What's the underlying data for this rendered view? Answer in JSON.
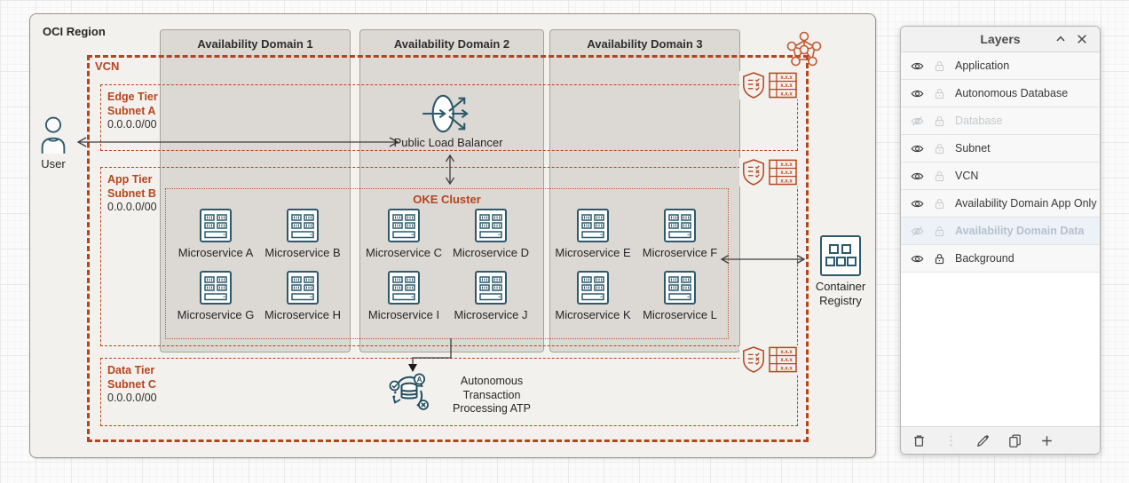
{
  "diagram": {
    "region_label": "OCI Region",
    "vcn_label": "VCN",
    "oke_label": "OKE Cluster",
    "user_label": "User",
    "load_balancer_label": "Public Load Balancer",
    "availability_domains": [
      {
        "label": "Availability Domain 1"
      },
      {
        "label": "Availability Domain 2"
      },
      {
        "label": "Availability Domain 3"
      }
    ],
    "subnets": [
      {
        "tier": "Edge Tier",
        "name": "Subnet A",
        "cidr": "0.0.0.0/00"
      },
      {
        "tier": "App Tier",
        "name": "Subnet B",
        "cidr": "0.0.0.0/00"
      },
      {
        "tier": "Data Tier",
        "name": "Subnet C",
        "cidr": "0.0.0.0/00"
      }
    ],
    "microservices": [
      {
        "label": "Microservice A"
      },
      {
        "label": "Microservice B"
      },
      {
        "label": "Microservice C"
      },
      {
        "label": "Microservice D"
      },
      {
        "label": "Microservice E"
      },
      {
        "label": "Microservice F"
      },
      {
        "label": "Microservice G"
      },
      {
        "label": "Microservice H"
      },
      {
        "label": "Microservice I"
      },
      {
        "label": "Microservice J"
      },
      {
        "label": "Microservice K"
      },
      {
        "label": "Microservice L"
      }
    ],
    "registry": {
      "line1": "Container",
      "line2": "Registry"
    },
    "atp": {
      "line1": "Autonomous",
      "line2": "Transaction",
      "line3": "Processing ATP"
    },
    "route_table_text": "x.x.x",
    "colors": {
      "accent_orange": "#b5451f",
      "icon_teal": "#2d5a6b"
    }
  },
  "layers_panel": {
    "title": "Layers",
    "layers": [
      {
        "label": "Application",
        "visible": true,
        "locked": false,
        "selected": false
      },
      {
        "label": "Autonomous Database",
        "visible": true,
        "locked": false,
        "selected": false
      },
      {
        "label": "Database",
        "visible": false,
        "locked": false,
        "selected": false
      },
      {
        "label": "Subnet",
        "visible": true,
        "locked": false,
        "selected": false
      },
      {
        "label": "VCN",
        "visible": true,
        "locked": false,
        "selected": false
      },
      {
        "label": "Availability Domain App Only",
        "visible": true,
        "locked": false,
        "selected": false
      },
      {
        "label": "Availability Domain Data",
        "visible": false,
        "locked": false,
        "selected": true
      },
      {
        "label": "Background",
        "visible": true,
        "locked": true,
        "selected": false
      }
    ]
  }
}
